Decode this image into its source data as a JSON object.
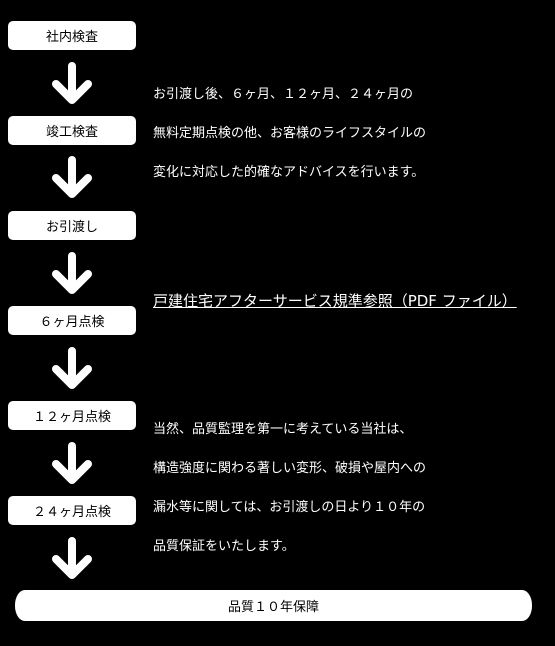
{
  "flow": {
    "steps": [
      "社内検査",
      "竣工検査",
      "お引渡し",
      "６ヶ月点検",
      "１２ヶ月点検",
      "２４ヶ月点検"
    ],
    "final": "品質１０年保障"
  },
  "paragraph1": {
    "lines": [
      "お引渡し後、６ヶ月、１２ヶ月、２４ヶ月の",
      "無料定期点検の他、お客様のライフスタイルの",
      "変化に対応した的確なアドバイスを行います。"
    ]
  },
  "link": {
    "text": "戸建住宅アフターサービス規準参照（PDF ファイル）"
  },
  "paragraph2": {
    "lines": [
      "当然、品質監理を第一に考えている当社は、",
      "構造強度に関わる著しい変形、破損や屋内への",
      "漏水等に関しては、お引渡しの日より１０年の",
      "品質保証をいたします。"
    ]
  },
  "colors": {
    "background": "#000000",
    "box": "#ffffff",
    "arrow": "#ffffff"
  }
}
